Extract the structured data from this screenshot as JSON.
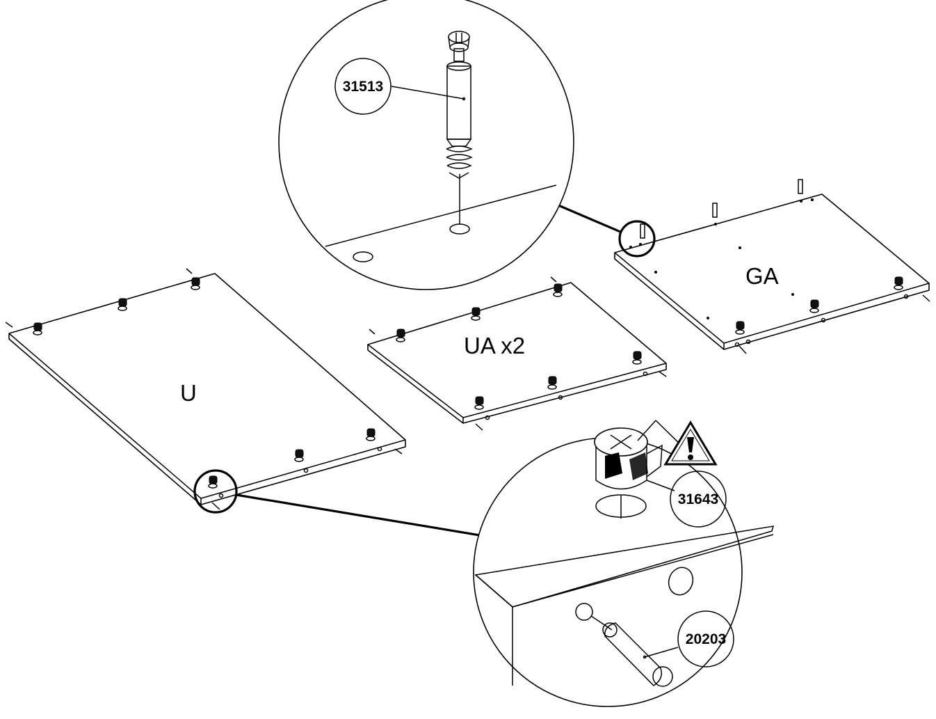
{
  "panels": {
    "u": "U",
    "ua": "UA x2",
    "ga": "GA"
  },
  "parts": {
    "cam_bolt": "31513",
    "cam_lock": "31643",
    "dowel": "20203"
  },
  "icons": {
    "warning": "warning-triangle-icon"
  }
}
